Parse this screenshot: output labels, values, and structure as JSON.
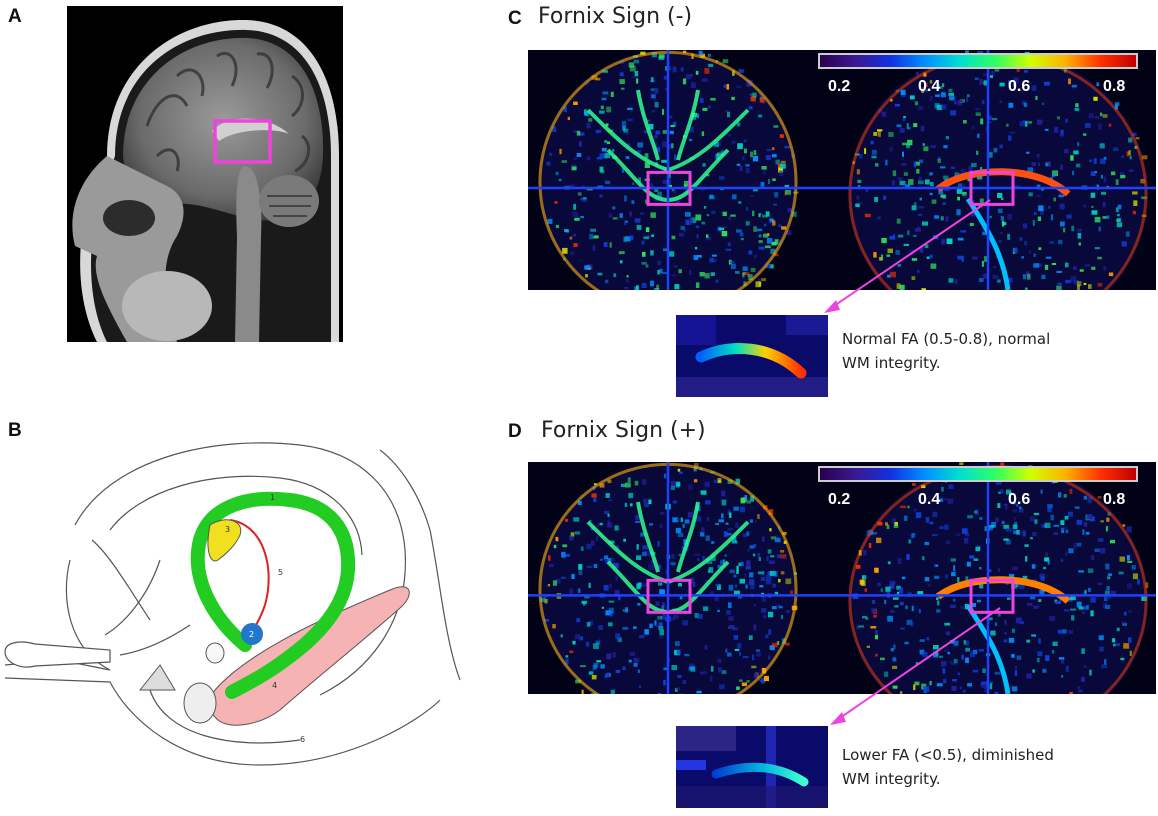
{
  "panels": {
    "a": {
      "letter": "A"
    },
    "b": {
      "letter": "B",
      "labels": [
        "1",
        "2",
        "3",
        "4",
        "5",
        "6"
      ]
    },
    "c": {
      "letter": "C",
      "title": "Fornix Sign (-)",
      "caption": [
        "Normal FA (0.5-0.8), normal",
        "WM integrity."
      ]
    },
    "d": {
      "letter": "D",
      "title": "Fornix Sign (+)",
      "caption": [
        "Lower FA (<0.5), diminished",
        "WM integrity."
      ]
    }
  },
  "colorbar": {
    "ticks": [
      "0.2",
      "0.4",
      "0.6",
      "0.8"
    ],
    "stops": [
      "#2a0050",
      "#3a1890",
      "#1230e0",
      "#0090ff",
      "#00e0d0",
      "#30ff60",
      "#d0ff00",
      "#ffb000",
      "#ff3000",
      "#c00000"
    ]
  },
  "colors": {
    "highlight_box": "#ee44dd",
    "crosshair": "#2040ff",
    "fornix_green": "#22cc22",
    "hippocampus_pink": "#f5b3b3",
    "septum_yellow": "#f0e020",
    "mammillary_blue": "#2277cc",
    "tract_red": "#dd2222"
  }
}
